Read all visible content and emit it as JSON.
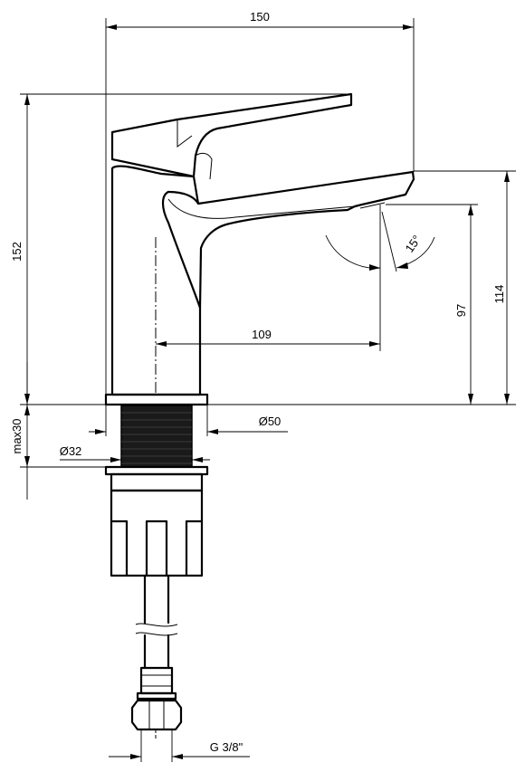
{
  "dimensions": {
    "total_width": "150",
    "total_height": "152",
    "outlet_height": "114",
    "aerator_height": "97",
    "reach": "109",
    "base_diameter": "Ø50",
    "hole_diameter": "Ø32",
    "max_counter_thickness": "max30",
    "connection_thread": "G 3/8\"",
    "angle": "15°"
  }
}
